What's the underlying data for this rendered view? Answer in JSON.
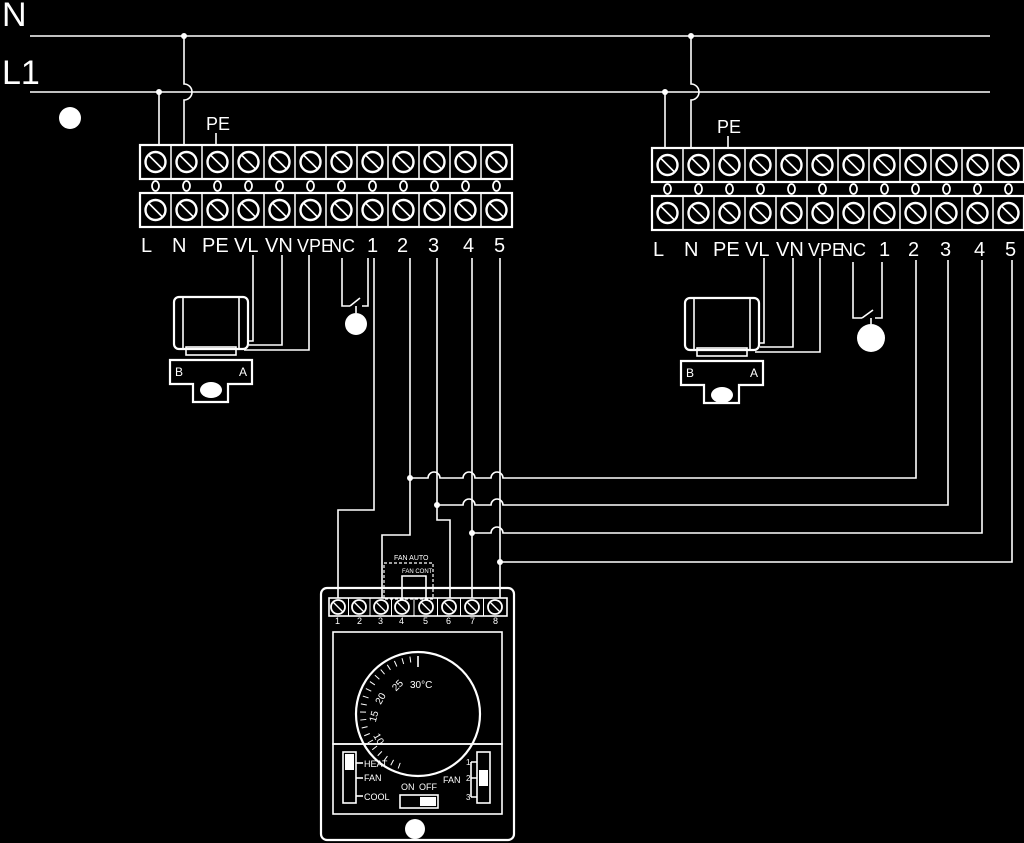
{
  "mains": {
    "neutral": "N",
    "line": "L1"
  },
  "fcu_panels": [
    {
      "pe_label": "PE",
      "terminals": [
        "L",
        "N",
        "PE",
        "VL",
        "VN",
        "VPE",
        "NC",
        "1",
        "2",
        "3",
        "4",
        "5"
      ]
    },
    {
      "pe_label": "PE",
      "terminals": [
        "L",
        "N",
        "PE",
        "VL",
        "VN",
        "VPE",
        "NC",
        "1",
        "2",
        "3",
        "4",
        "5"
      ]
    }
  ],
  "valve": {
    "port_b": "B",
    "port_a": "A"
  },
  "thermostat": {
    "terminals": [
      "1",
      "2",
      "3",
      "4",
      "5",
      "6",
      "7",
      "8"
    ],
    "jumper_fan_auto": "FAN AUTO",
    "jumper_fan_cont": "FAN CONT",
    "dial_max": "30°C",
    "dial_scale": [
      "25",
      "20",
      "15",
      "10"
    ],
    "mode_options": [
      "HEAT",
      "FAN",
      "COOL"
    ],
    "power_on": "ON",
    "power_off": "OFF",
    "fan_label": "FAN",
    "fan_speeds": [
      "1",
      "2",
      "3"
    ]
  },
  "colors": {
    "background": "#000000",
    "lines": "#ffffff"
  }
}
